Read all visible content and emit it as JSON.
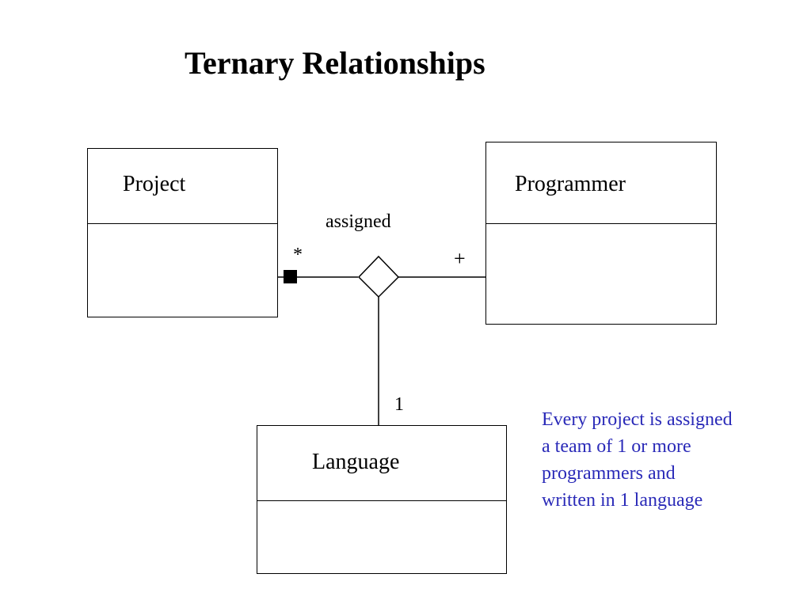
{
  "title": "Ternary Relationships",
  "classes": {
    "project": "Project",
    "programmer": "Programmer",
    "language": "Language"
  },
  "association": {
    "name": "assigned",
    "project_multiplicity": "*",
    "programmer_multiplicity": "+",
    "language_multiplicity": "1"
  },
  "note": {
    "lines": [
      "Every project is assigned",
      "a team of 1 or more",
      "programmers and",
      "written in 1 language"
    ],
    "color": "#2a2ab8"
  }
}
